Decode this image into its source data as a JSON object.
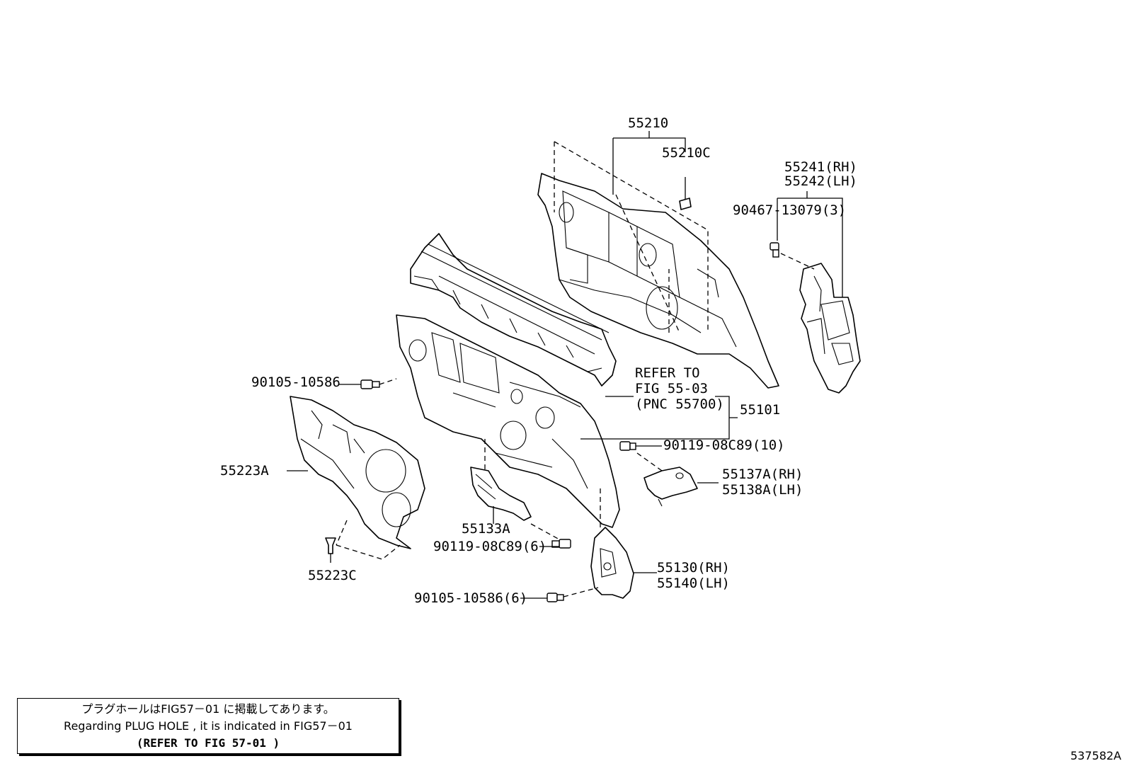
{
  "labels": {
    "p55210": "55210",
    "p55210C": "55210C",
    "p55241": "55241(RH)",
    "p55242": "55242(LH)",
    "p90467": "90467-13079(3)",
    "refer1": "REFER TO",
    "refer2": "FIG 55-03",
    "refer3": "(PNC 55700)",
    "p55101": "55101",
    "p90105a": "90105-10586",
    "p90119a": "90119-08C89(10)",
    "p55137A": "55137A(RH)",
    "p55138A": "55138A(LH)",
    "p55223A": "55223A",
    "p55133A": "55133A",
    "p90119b": "90119-08C89(6)",
    "p55130": "55130(RH)",
    "p55140": "55140(LH)",
    "p55223C": "55223C",
    "p90105b": "90105-10586(6)"
  },
  "note": {
    "line1": "プラグホールはFIG57－01 に掲載してあります。",
    "line2": "Regarding  PLUG HOLE , it is  indicated  in  FIG57－01",
    "line3": "(REFER TO FIG 57-01  )"
  },
  "figure_id": "537582A"
}
